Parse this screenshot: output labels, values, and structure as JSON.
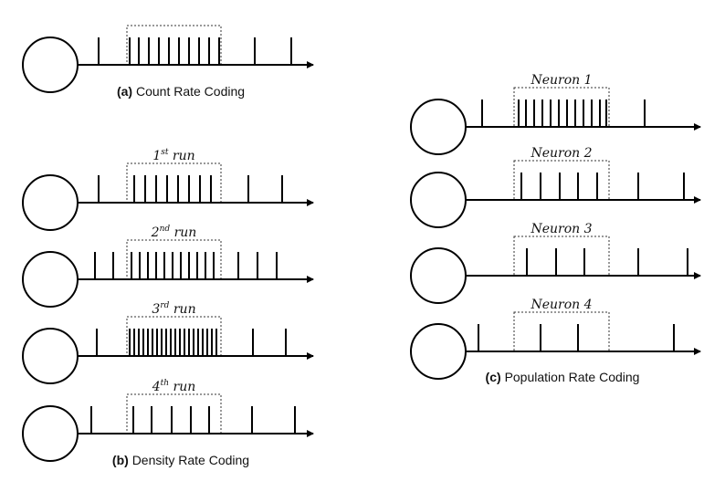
{
  "panels": [
    {
      "id": "a",
      "caption_letter": "(a)",
      "caption_text": "Count Rate Coding",
      "neurons": [
        {
          "label": null,
          "spikes": [
            108,
            142,
            152,
            163,
            174,
            185,
            196,
            207,
            218,
            229,
            240,
            279,
            319
          ]
        }
      ]
    },
    {
      "id": "b",
      "caption_letter": "(b)",
      "caption_text": "Density Rate Coding",
      "neurons": [
        {
          "label": {
            "base": "1",
            "sup": "st",
            "rest": " run"
          },
          "spikes": [
            108,
            147,
            159,
            171,
            183,
            195,
            207,
            219,
            231,
            272,
            309
          ]
        },
        {
          "label": {
            "base": "2",
            "sup": "nd",
            "rest": " run"
          },
          "spikes": [
            104,
            124,
            144,
            153,
            162,
            171,
            180,
            189,
            198,
            207,
            216,
            225,
            234,
            261,
            282,
            303
          ]
        },
        {
          "label": {
            "base": "3",
            "sup": "rd",
            "rest": " run"
          },
          "spikes": [
            106,
            142,
            147,
            152,
            157,
            162,
            167,
            172,
            177,
            182,
            187,
            192,
            197,
            202,
            207,
            212,
            217,
            222,
            227,
            232,
            237,
            277,
            313
          ]
        },
        {
          "label": {
            "base": "4",
            "sup": "th",
            "rest": " run"
          },
          "spikes": [
            100,
            146,
            166,
            188,
            209,
            229,
            276,
            323
          ]
        }
      ]
    },
    {
      "id": "c",
      "caption_letter": "(c)",
      "caption_text": "Population Rate Coding",
      "neurons": [
        {
          "label": {
            "base": "Neuron 1",
            "sup": "",
            "rest": ""
          },
          "spikes": [
            528,
            568,
            576,
            585,
            594,
            603,
            612,
            621,
            630,
            639,
            648,
            657,
            664,
            706
          ]
        },
        {
          "label": {
            "base": "Neuron 2",
            "sup": "",
            "rest": ""
          },
          "spikes": [
            571,
            592,
            613,
            633,
            654,
            699,
            749
          ]
        },
        {
          "label": {
            "base": "Neuron 3",
            "sup": "",
            "rest": ""
          },
          "spikes": [
            577,
            609,
            640,
            699,
            753
          ]
        },
        {
          "label": {
            "base": "Neuron 4",
            "sup": "",
            "rest": ""
          },
          "spikes": [
            524,
            592,
            633,
            738
          ]
        }
      ]
    }
  ]
}
